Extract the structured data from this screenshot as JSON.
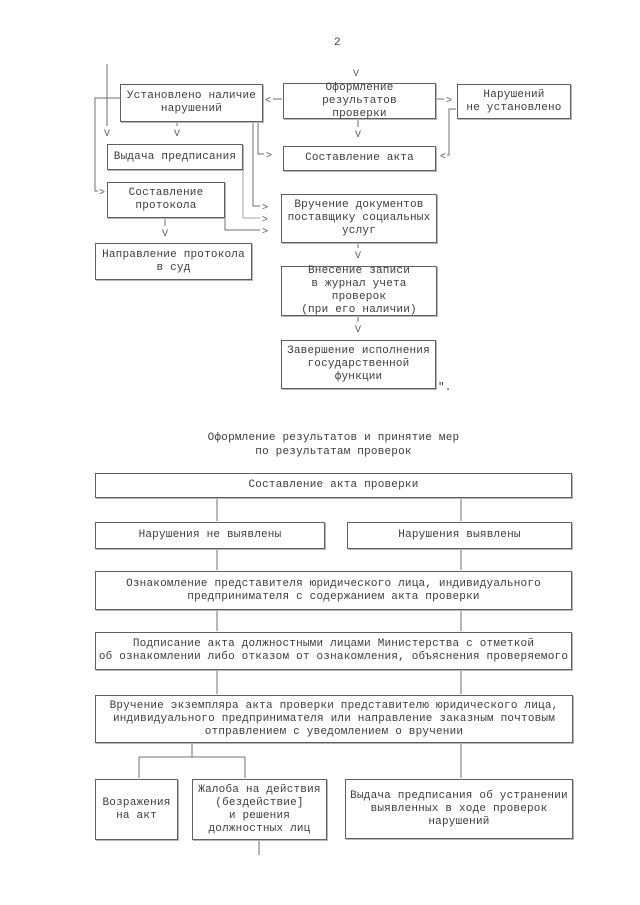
{
  "page": {
    "number": "2",
    "closing_mark": "\"."
  },
  "glyphs": {
    "down": "V",
    "right": ">",
    "left": "<"
  },
  "chart1": {
    "boxes": {
      "ustanovleno_nalichie": "Установлено наличие\nнарушений",
      "oformlenie_rezultatov": "Оформление результатов\nпроверки",
      "narusheniy_ne_ustanovleno": "Нарушений\nне установлено",
      "vydacha_predpisaniya": "Выдача предписания",
      "sostavlenie_akta": "Составление акта",
      "sostavlenie_protokola": "Составление\nпротокола",
      "vruchenie_dokumentov": "Вручение документов\nпоставщику социальных\nуслуг",
      "napravlenie_protokola": "Направление протокола\nв суд",
      "vnesenie_zapisi": "Внесение записи\nв журнал учета проверок\n(при его наличии)",
      "zavershenie_ispolneniya": "Завершение исполнения\nгосударственной\nфункции"
    }
  },
  "chart2": {
    "title": "Оформление результатов и принятие мер\nпо результатам проверок",
    "boxes": {
      "sostavlenie_akta_proverki": "Составление акта проверки",
      "narusheniya_ne_vyyavleny": "Нарушения не выявлены",
      "narusheniya_vyyavleny": "Нарушения выявлены",
      "oznakomlenie": "Ознакомление представителя юридического лица, индивидуального\nпредпринимателя с содержанием акта проверки",
      "podpisanie": "Подписание акта должностными лицами Министерства с отметкой\nоб ознакомлении либо отказом от ознакомления, объяснения проверяемого",
      "vruchenie_ekzemplyara": "Вручение экземпляра акта проверки представителю юридического лица,\nиндивидуального предпринимателя или направление заказным почтовым\nотправлением с уведомлением о вручении",
      "vozrazheniya": "Возражения\nна акт",
      "zhaloba": "Жалоба на действия\n(бездействие]\nи решения\nдолжностных лиц",
      "vydacha_predpisaniya_ustranenie": "Выдача предписания об устранении\nвыявленных в ходе проверок\nнарушений"
    }
  }
}
